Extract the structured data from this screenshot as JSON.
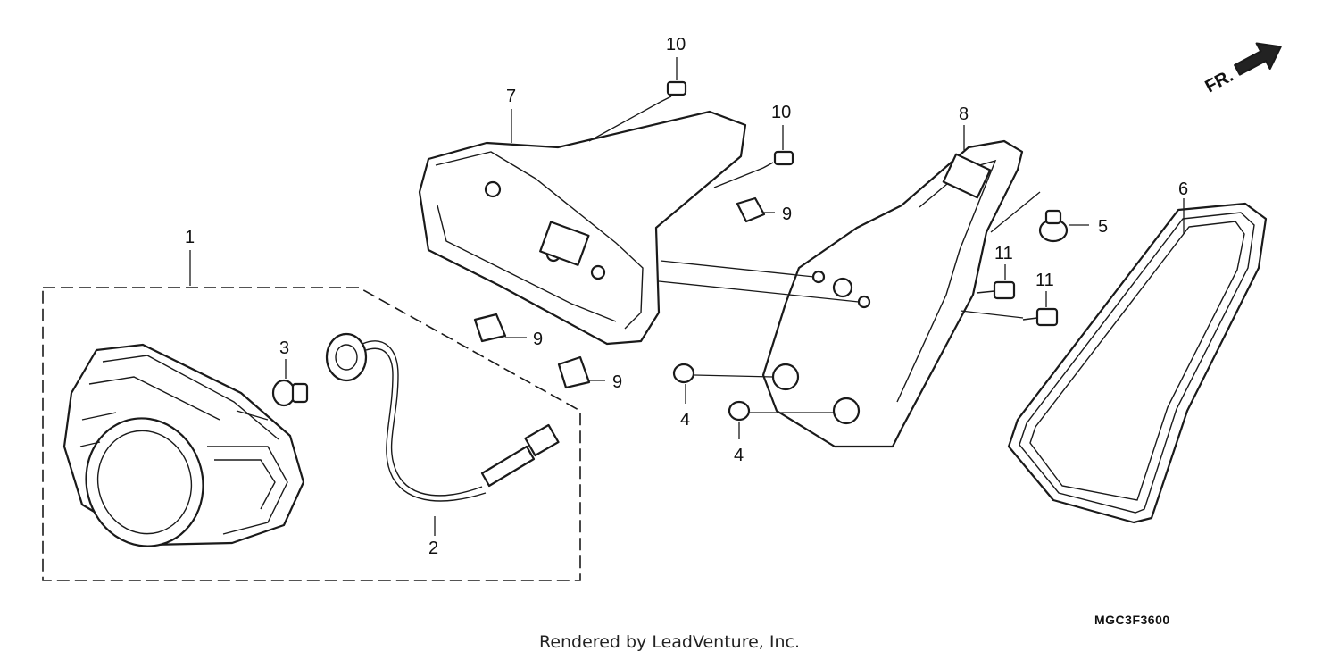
{
  "diagram": {
    "callouts": {
      "c1": "1",
      "c2": "2",
      "c3": "3",
      "c4a": "4",
      "c4b": "4",
      "c5": "5",
      "c6": "6",
      "c7": "7",
      "c8": "8",
      "c9a": "9",
      "c9b": "9",
      "c9c": "9",
      "c10a": "10",
      "c10b": "10",
      "c11a": "11",
      "c11b": "11"
    },
    "direction_label": "FR.",
    "drawing_code": "MGC3F3600"
  },
  "footer": {
    "text": "Rendered by LeadVenture, Inc."
  }
}
